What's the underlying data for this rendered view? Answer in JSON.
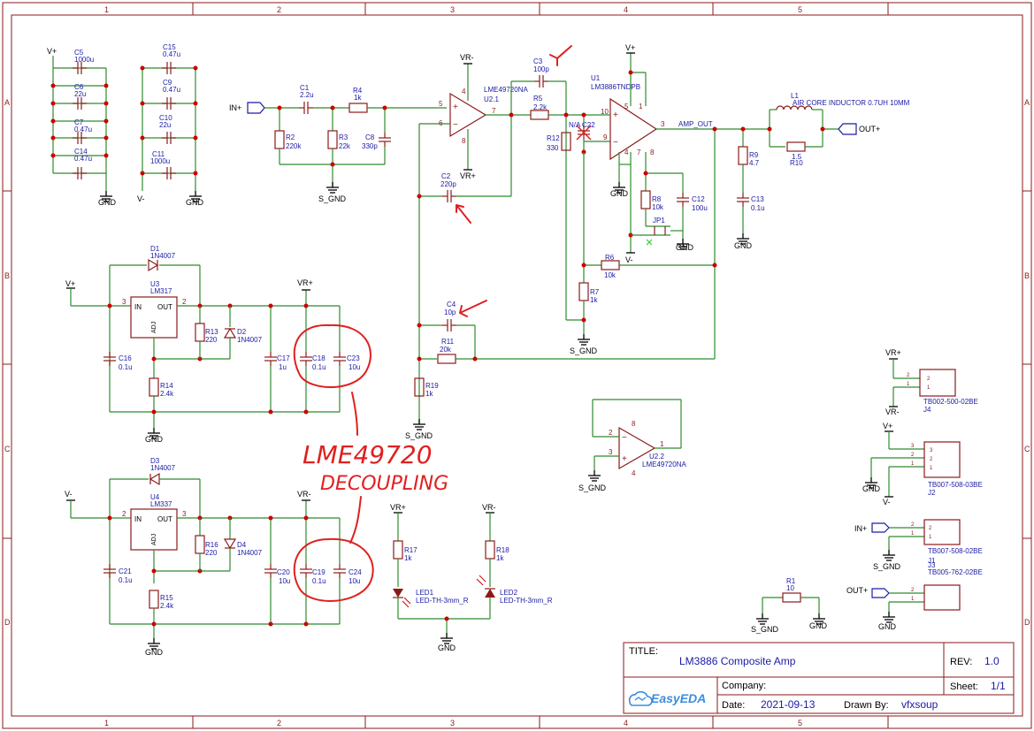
{
  "frame": {
    "columns": [
      "1",
      "2",
      "3",
      "4",
      "5"
    ],
    "rows": [
      "A",
      "B",
      "C",
      "D"
    ]
  },
  "components": {
    "C5": {
      "ref": "C5",
      "value": "1000u"
    },
    "C6": {
      "ref": "C6",
      "value": "22u"
    },
    "C7": {
      "ref": "C7",
      "value": "0.47u"
    },
    "C14": {
      "ref": "C14",
      "value": "0.47u"
    },
    "C15": {
      "ref": "C15",
      "value": "0.47u"
    },
    "C9": {
      "ref": "C9",
      "value": "0.47u"
    },
    "C10": {
      "ref": "C10",
      "value": "22u"
    },
    "C11": {
      "ref": "C11",
      "value": "1000u"
    },
    "C1": {
      "ref": "C1",
      "value": "2.2u"
    },
    "R4": {
      "ref": "R4",
      "value": "1k"
    },
    "R2": {
      "ref": "R2",
      "value": "220k"
    },
    "R3": {
      "ref": "R3",
      "value": "22k"
    },
    "C8": {
      "ref": "C8",
      "value": "330p"
    },
    "U2_1": {
      "ref": "U2.1",
      "value": "LME49720NA"
    },
    "C2": {
      "ref": "C2",
      "value": "220p"
    },
    "C3": {
      "ref": "C3",
      "value": "100p"
    },
    "R5": {
      "ref": "R5",
      "value": "2.2k"
    },
    "R12": {
      "ref": "R12",
      "value": "330"
    },
    "C22": {
      "ref": "C22",
      "value": "N/A"
    },
    "U1": {
      "ref": "U1",
      "value": "LM3886TNDPB"
    },
    "L1": {
      "ref": "L1",
      "value": "AIR CORE INDUCTOR 0.7UH 10MM"
    },
    "R10": {
      "ref": "R10",
      "value": "1.5"
    },
    "R9": {
      "ref": "R9",
      "value": "4.7"
    },
    "C13": {
      "ref": "C13",
      "value": "0.1u"
    },
    "R8": {
      "ref": "R8",
      "value": "10k"
    },
    "C12": {
      "ref": "C12",
      "value": "100u"
    },
    "JP1": {
      "ref": "JP1"
    },
    "R6": {
      "ref": "R6",
      "value": "10k"
    },
    "R7": {
      "ref": "R7",
      "value": "1k"
    },
    "C4": {
      "ref": "C4",
      "value": "10p"
    },
    "R11": {
      "ref": "R11",
      "value": "20k"
    },
    "R19": {
      "ref": "R19",
      "value": "1k"
    },
    "D1": {
      "ref": "D1",
      "value": "1N4007"
    },
    "U3": {
      "ref": "U3",
      "value": "LM317"
    },
    "R13": {
      "ref": "R13",
      "value": "220"
    },
    "D2": {
      "ref": "D2",
      "value": "1N4007"
    },
    "C16": {
      "ref": "C16",
      "value": "0.1u"
    },
    "R14": {
      "ref": "R14",
      "value": "2.4k"
    },
    "C17": {
      "ref": "C17",
      "value": "1u"
    },
    "C18": {
      "ref": "C18",
      "value": "0.1u"
    },
    "C23": {
      "ref": "C23",
      "value": "10u"
    },
    "D3": {
      "ref": "D3",
      "value": "1N4007"
    },
    "U4": {
      "ref": "U4",
      "value": "LM337"
    },
    "R16": {
      "ref": "R16",
      "value": "220"
    },
    "D4": {
      "ref": "D4",
      "value": "1N4007"
    },
    "C21": {
      "ref": "C21",
      "value": "0.1u"
    },
    "R15": {
      "ref": "R15",
      "value": "2.4k"
    },
    "C20": {
      "ref": "C20",
      "value": "10u"
    },
    "C19": {
      "ref": "C19",
      "value": "0.1u"
    },
    "C24": {
      "ref": "C24",
      "value": "10u"
    },
    "R17": {
      "ref": "R17",
      "value": "1k"
    },
    "R18": {
      "ref": "R18",
      "value": "1k"
    },
    "LED1": {
      "ref": "LED1",
      "value": "LED-TH-3mm_R"
    },
    "LED2": {
      "ref": "LED2",
      "value": "LED-TH-3mm_R"
    },
    "U2_2": {
      "ref": "U2.2",
      "value": "LME49720NA"
    },
    "R1": {
      "ref": "R1",
      "value": "10"
    },
    "J4": {
      "ref": "J4",
      "value": "TB002-500-02BE"
    },
    "J2": {
      "ref": "J2",
      "value": "TB007-508-03BE"
    },
    "J1": {
      "ref": "J1",
      "value": "TB007-508-02BE"
    },
    "J3": {
      "ref": "J3",
      "value": "TB005-762-02BE"
    }
  },
  "nets": {
    "vplus": "V+",
    "vminus": "V-",
    "vrplus": "VR+",
    "vrminus": "VR-",
    "gnd": "GND",
    "sgnd": "S_GND",
    "in_plus": "IN+",
    "out_plus": "OUT+",
    "amp_out": "AMP_OUT"
  },
  "pins": {
    "in": "IN",
    "out": "OUT",
    "adj": "ADJ"
  },
  "annotation": {
    "line1": "LME49720",
    "line2": "DECOUPLING"
  },
  "title_block": {
    "title_label": "TITLE:",
    "title": "LM3886 Composite Amp",
    "rev_label": "REV:",
    "rev": "1.0",
    "company_label": "Company:",
    "company": "",
    "sheet_label": "Sheet:",
    "sheet": "1/1",
    "date_label": "Date:",
    "date": "2021-09-13",
    "drawn_label": "Drawn By:",
    "drawn_by": "vfxsoup",
    "brand": "EasyEDA"
  },
  "colors": {
    "wire": "#2e8b2e",
    "part": "#8b1a1a",
    "junction": "#cc0000",
    "label": "#1a1aa6",
    "annotation": "#e02020",
    "port": "#1a1aa6"
  }
}
